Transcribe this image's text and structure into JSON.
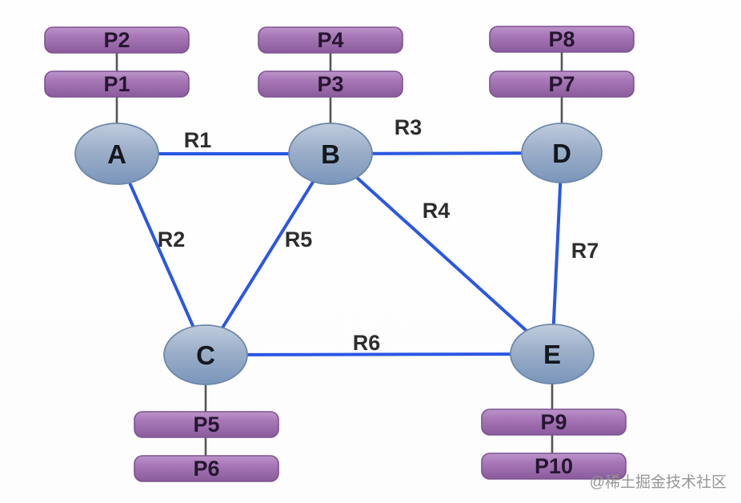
{
  "diagram": {
    "type": "network-topology",
    "nodes": [
      {
        "id": "A",
        "label": "A"
      },
      {
        "id": "B",
        "label": "B"
      },
      {
        "id": "C",
        "label": "C"
      },
      {
        "id": "D",
        "label": "D"
      },
      {
        "id": "E",
        "label": "E"
      }
    ],
    "ports": [
      {
        "id": "P1",
        "label": "P1",
        "attached_to": "A"
      },
      {
        "id": "P2",
        "label": "P2",
        "attached_to": "A"
      },
      {
        "id": "P3",
        "label": "P3",
        "attached_to": "B"
      },
      {
        "id": "P4",
        "label": "P4",
        "attached_to": "B"
      },
      {
        "id": "P5",
        "label": "P5",
        "attached_to": "C"
      },
      {
        "id": "P6",
        "label": "P6",
        "attached_to": "C"
      },
      {
        "id": "P7",
        "label": "P7",
        "attached_to": "D"
      },
      {
        "id": "P8",
        "label": "P8",
        "attached_to": "D"
      },
      {
        "id": "P9",
        "label": "P9",
        "attached_to": "E"
      },
      {
        "id": "P10",
        "label": "P10",
        "attached_to": "E"
      }
    ],
    "links": [
      {
        "id": "R1",
        "label": "R1",
        "endpoints": [
          "A",
          "B"
        ]
      },
      {
        "id": "R2",
        "label": "R2",
        "endpoints": [
          "A",
          "C"
        ]
      },
      {
        "id": "R3",
        "label": "R3",
        "endpoints": [
          "B",
          "D"
        ]
      },
      {
        "id": "R4",
        "label": "R4",
        "endpoints": [
          "B",
          "E"
        ]
      },
      {
        "id": "R5",
        "label": "R5",
        "endpoints": [
          "B",
          "C"
        ]
      },
      {
        "id": "R6",
        "label": "R6",
        "endpoints": [
          "C",
          "E"
        ]
      },
      {
        "id": "R7",
        "label": "R7",
        "endpoints": [
          "D",
          "E"
        ]
      }
    ],
    "colors": {
      "link": "#2a57e4",
      "node_fill_top": "#c0ccde",
      "node_fill_bottom": "#7a95bb",
      "node_stroke": "#6c88aa",
      "port_fill_top": "#bd94cb",
      "port_fill_bottom": "#8a5b9c",
      "port_stroke": "#7c5290",
      "connector": "#555555",
      "label_text": "#2d2d2d",
      "watermark": "#969696"
    },
    "watermark": "@稀土掘金技术社区"
  }
}
